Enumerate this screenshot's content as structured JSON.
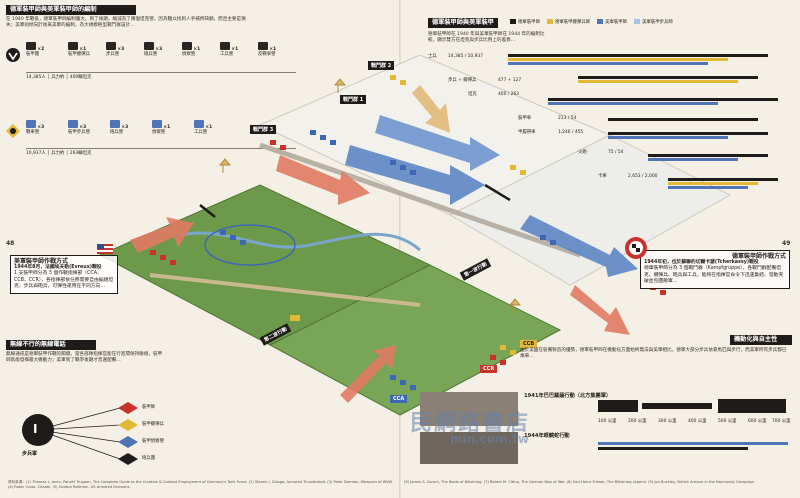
{
  "left": {
    "header1": "德軍裝甲師與美軍裝甲師的編制",
    "intro": "在 1940 年戰役，德軍裝甲師編制龐大。到了後期，縮減為了兩個坦克營，因為難以找到人手補齊缺額，而且主要是損失；美軍則傾向於後來美軍的編制，為大規模輕型戰鬥群設計…",
    "units_de": [
      {
        "sym": "×2",
        "label": "裝甲團"
      },
      {
        "sym": "×1",
        "label": "裝甲擲彈兵"
      },
      {
        "sym": "×3",
        "label": "步兵營"
      },
      {
        "sym": "×3",
        "label": "砲兵營"
      },
      {
        "sym": "×1",
        "label": "偵察營"
      },
      {
        "sym": "×1",
        "label": "工兵營"
      },
      {
        "sym": "×1",
        "label": "反戰車營"
      }
    ],
    "units_us": [
      {
        "sym": "×3",
        "label": "戰車營"
      },
      {
        "sym": "×3",
        "label": "裝甲步兵營"
      },
      {
        "sym": "×3",
        "label": "砲兵營"
      },
      {
        "sym": "×1",
        "label": "偵察營"
      },
      {
        "sym": "×1",
        "label": "工兵營"
      }
    ],
    "totals_de": "14,385人 │ 兵力約 │ 400輛坦克",
    "totals_us": "10,937人 │ 兵力約 │ 263輛坦克",
    "us_box_title": "美軍裝甲師作戰方式",
    "us_box_date": "1944年8月，法國埃夫勒(Evreux)戰役",
    "us_box_text": "1 支裝甲師分為 3 個作戰指揮部（CCA、CCB、CCR），各指揮部依任務需要自由編組坦克、步兵與砲兵，可彈性運用在不同方向…",
    "header2": "無線不行的無線電話",
    "header2_text": "無線通訊是德軍裝甲作戰的關鍵。當各部隊指揮官能在行進間保持聯絡，裝甲師就能發揮最大機動力；美軍到了戰爭後期才普遍配備…",
    "diagram_center": "I",
    "diagram_label": "步兵軍",
    "diagram_items": [
      "裝甲師",
      "裝甲擲彈兵",
      "裝甲偵察營",
      "砲兵團"
    ],
    "page": "48",
    "footnote": "資料來源：(1) Thomas L. Jentz, Panzer Truppen, The Complete Guide to the Creation & Combat Employment of Germany's Tank Force. (2) Steven J. Zaloga, Armored Thunderbolt. (3) Peter Darman, Weapons of WWII. (4) Robin Cross, Citadel. (5) Gordon Rottman, US Armored Divisions."
  },
  "map": {
    "battle_group1": "戰鬥群 1",
    "battle_group2": "戰鬥群 2",
    "battle_group3": "戰鬥群 3",
    "wave1": "第一波行動",
    "wave2": "第二波行動",
    "cca": "CCA",
    "ccb": "CCB",
    "ccr": "CCR"
  },
  "right": {
    "header1": "德軍裝甲師與美軍裝甲師",
    "legend": [
      "德軍裝甲師",
      "德軍裝甲擲彈兵師",
      "美軍裝甲師",
      "美軍裝甲步兵師"
    ],
    "legend_colors": [
      "#1f1b18",
      "#e2b935",
      "#5074b5",
      "#a9c4e6"
    ],
    "compare_text": "德軍裝甲師在 1940 年與美軍裝甲師在 1944 年的編制比較，顯示雙方在坦克與步兵比例上的差異…",
    "bar_rows": [
      {
        "label": "士兵",
        "value": "14,385 / 10,937"
      },
      {
        "label": "步兵 + 擲彈兵",
        "value": "477 + 127"
      },
      {
        "label": "坦克",
        "value": "400 / 263"
      },
      {
        "label": "裝甲車",
        "value": "213 / 54"
      },
      {
        "label": "半履帶車",
        "value": "1,246 / 455"
      },
      {
        "label": "火砲",
        "value": "75 / 54"
      },
      {
        "label": "卡車",
        "value": "2,653 / 2,000"
      }
    ],
    "de_box_title": "德軍裝甲師作戰方式",
    "de_box_date": "1944年初，位於蘇聯的切爾卡瑟(Tcherkassy)戰役",
    "de_box_text": "德軍裝甲師分為 3 個戰鬥群（Kampfgruppe），各戰鬥群配備坦克、擲彈兵、砲兵與工兵，能夠在指揮官命令下迅速集結、發動突破並包圍敵軍…",
    "header2": "機動化與自主性",
    "header2_text": "由於美國在裝備製造的優勢，德軍裝甲師在機動化方面始終無法與美軍相比。德軍大部分步兵依靠馬匹與步行，而美軍所有步兵都已乘車…",
    "timeline_title_de": "1941年巴巴羅薩行動（北方集團軍）",
    "timeline_title_us": "1944年眼鏡蛇行動",
    "timeline_km": [
      "100 公里",
      "200 公里",
      "300 公里",
      "400 公里",
      "500 公里",
      "600 公里",
      "700 公里"
    ],
    "page": "49",
    "footnote": "(6) James S. Corum, The Roots of Blitzkrieg. (7) Robert M. Citino, The German Way of War. (8) Karl-Heinz Frieser, The Blitzkrieg Legend. (9) Jon Buckley, British Armour in the Normandy Campaign."
  },
  "watermark": "民網路書店",
  "watermark_url": "min.com.tw"
}
